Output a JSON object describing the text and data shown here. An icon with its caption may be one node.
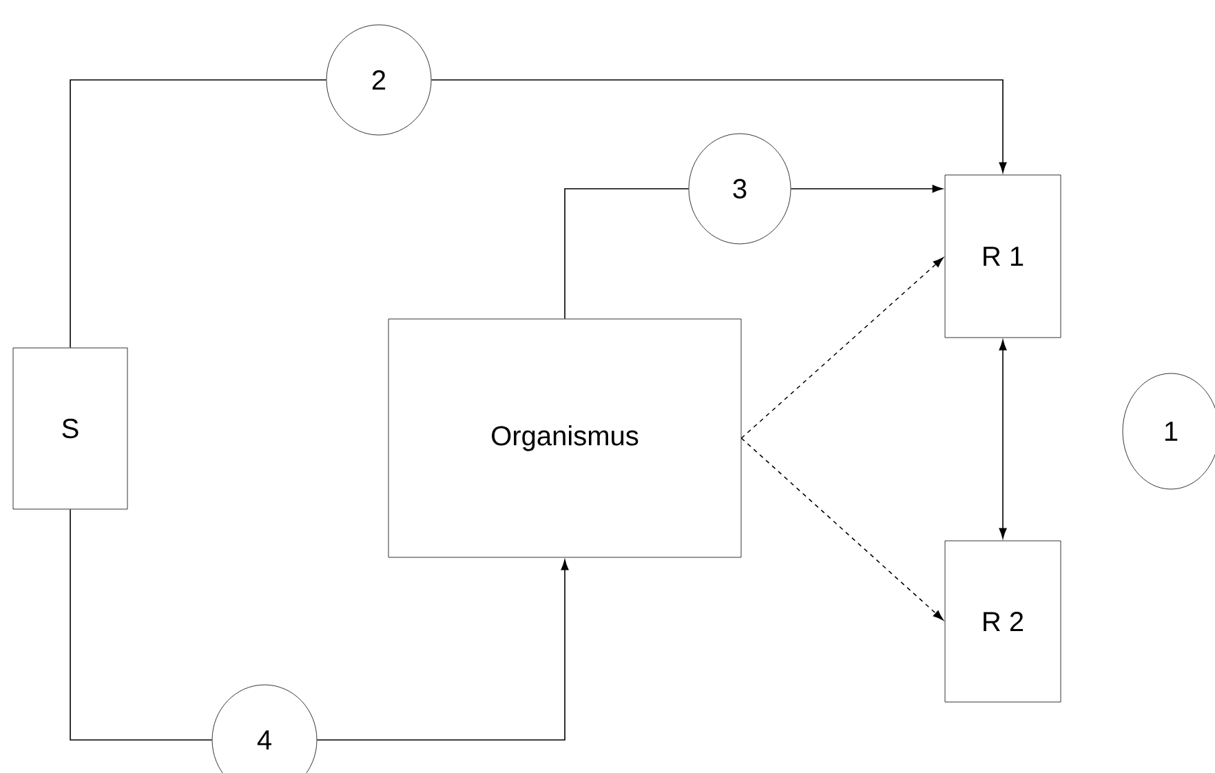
{
  "diagram": {
    "nodes": [
      {
        "text": [
          "S"
        ]
      },
      {
        "text": [
          "Organismus"
        ]
      },
      {
        "text": [
          "R 1"
        ]
      },
      {
        "text": [
          "R 2"
        ]
      },
      {
        "text": [
          "2"
        ]
      },
      {
        "text": [
          "3"
        ]
      },
      {
        "text": [
          "4"
        ]
      },
      {
        "text": [
          "1"
        ]
      }
    ],
    "edges": [
      {
        "from": 0,
        "to": 4,
        "arrow": "none"
      },
      {
        "from": 4,
        "to": 2,
        "arrow": "to"
      },
      {
        "from": 1,
        "to": 5,
        "arrow": "none"
      },
      {
        "from": 5,
        "to": 2,
        "arrow": "to"
      },
      {
        "from": 0,
        "to": 6,
        "arrow": "none"
      },
      {
        "from": 6,
        "to": 1,
        "arrow": "to"
      },
      {
        "from": 1,
        "to": 2,
        "arrow": "to",
        "style": "dashed"
      },
      {
        "from": 1,
        "to": 3,
        "arrow": "to",
        "style": "dashed"
      },
      {
        "from": 2,
        "to": 3,
        "arrow": "both"
      }
    ]
  }
}
